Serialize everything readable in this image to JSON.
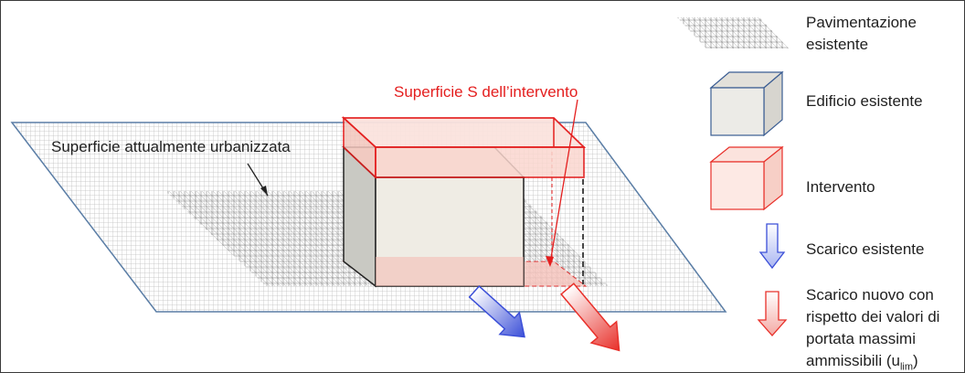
{
  "diagram": {
    "surface_label": "Superficie attualmente urbanizzata",
    "intervention_surface_label": "Superficie S dell’intervento"
  },
  "legend": {
    "items": [
      {
        "key": "pavimentazione",
        "text": "Pavimentazione esistente",
        "icon": "paving-hatch-icon"
      },
      {
        "key": "edificio",
        "text": "Edificio esistente",
        "icon": "gray-box-icon"
      },
      {
        "key": "intervento",
        "text": "Intervento",
        "icon": "red-box-icon"
      },
      {
        "key": "scarico_esistente",
        "text": "Scarico esistente",
        "icon": "blue-arrow-icon"
      },
      {
        "key": "scarico_nuovo",
        "text": "Scarico nuovo con rispetto dei valori di portata massimi ammissibili (u",
        "subscript": "lim",
        "suffix": ")",
        "icon": "red-arrow-icon"
      }
    ]
  },
  "colors": {
    "existing_discharge": "#3b4fd8",
    "new_discharge": "#e8302a",
    "intervention": "#e41e1e",
    "building_fill": "#efece4",
    "building_side": "#c9c9c3"
  }
}
